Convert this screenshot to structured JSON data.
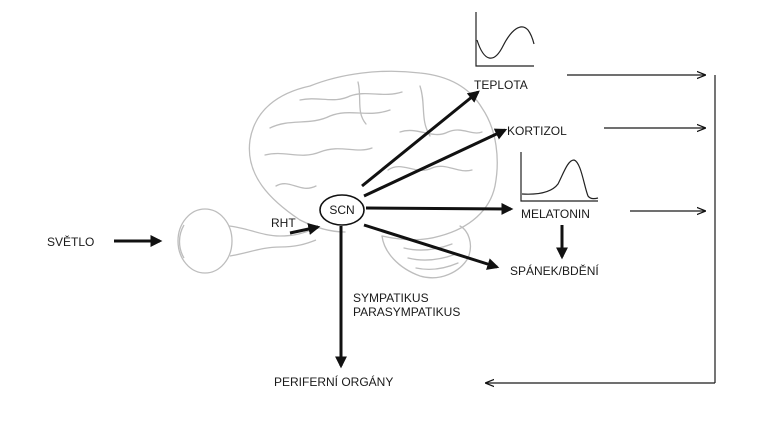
{
  "labels": {
    "light": "SVĚTLO",
    "rht": "RHT",
    "scn": "SCN",
    "temperature": "TEPLOTA",
    "cortisol": "KORTIZOL",
    "melatonin": "MELATONIN",
    "sleep_wake": "SPÁNEK/BDĚNÍ",
    "sympathetic": "SYMPATIKUS",
    "parasympathetic": "PARASYMPATIKUS",
    "peripheral_organs": "PERIFERNÍ ORGÁNY"
  },
  "colors": {
    "ink": "#1a1a1a",
    "outline": "#bdbdbd"
  }
}
